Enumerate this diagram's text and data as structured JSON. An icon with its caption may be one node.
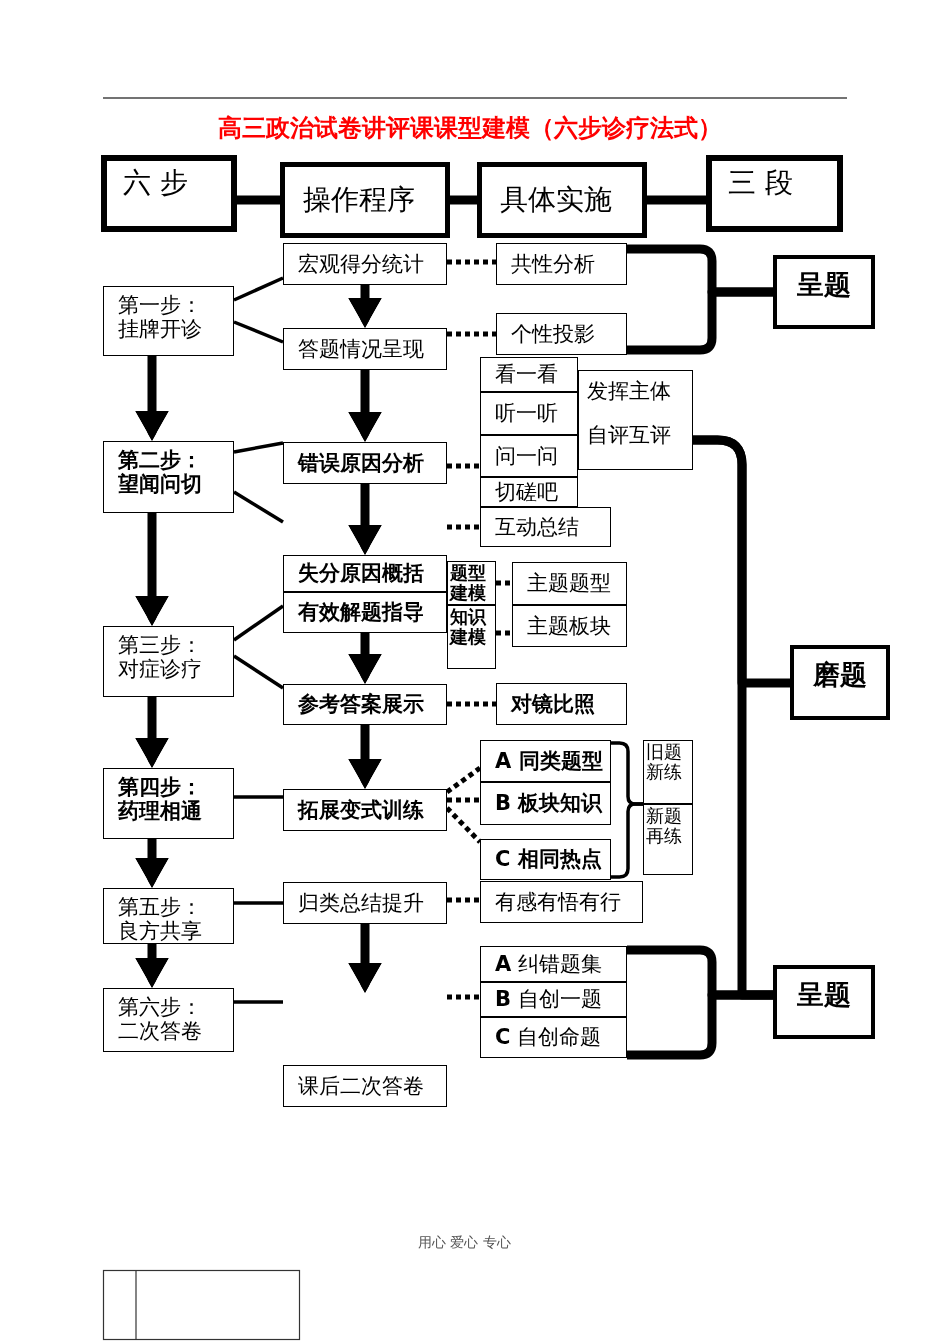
{
  "diagram": {
    "title": "高三政治试卷讲评课课型建模（六步诊疗法式）",
    "nodes": [
      {
        "text": [
          "六 步"
        ]
      },
      {
        "text": [
          "操作程序"
        ]
      },
      {
        "text": [
          "具体实施"
        ]
      },
      {
        "text": [
          "三 段"
        ]
      },
      {
        "text": [
          "宏观得分统计"
        ]
      },
      {
        "text": [
          "共性分析"
        ]
      },
      {
        "text": [
          "呈题"
        ]
      },
      {
        "text": [
          "第一步：挂牌开诊"
        ]
      },
      {
        "text": [
          "答题情况呈现"
        ]
      },
      {
        "text": [
          "个性投影"
        ]
      },
      {
        "text": [
          "看一看"
        ]
      },
      {
        "text": [
          "发挥主体",
          "自评互评"
        ]
      },
      {
        "text": [
          "听一听"
        ]
      },
      {
        "text": [
          "问一问"
        ]
      },
      {
        "text": [
          "第二步：望闻问切"
        ]
      },
      {
        "text": [
          "错误原因分析"
        ]
      },
      {
        "text": [
          "切磋吧"
        ]
      },
      {
        "text": [
          "互动总结"
        ]
      },
      {
        "text": [
          "失分原因概括"
        ]
      },
      {
        "text": [
          "题型建模"
        ]
      },
      {
        "text": [
          "主题题型"
        ]
      },
      {
        "text": [
          "有效解题指导"
        ]
      },
      {
        "text": [
          "知识建模"
        ]
      },
      {
        "text": [
          "主题板块"
        ]
      },
      {
        "text": [
          "第三步：对症诊疗"
        ]
      },
      {
        "text": [
          "参考答案展示"
        ]
      },
      {
        "text": [
          "对镜比照"
        ]
      },
      {
        "text": [
          "磨题"
        ]
      },
      {
        "text": [
          "A 同类题型"
        ]
      },
      {
        "text": [
          "旧题新练"
        ]
      },
      {
        "text": [
          "B 板块知识"
        ]
      },
      {
        "text": [
          "第四步：药理相通"
        ]
      },
      {
        "text": [
          "拓展变式训练"
        ]
      },
      {
        "text": [
          "新题再练"
        ]
      },
      {
        "text": [
          "C 相同热点"
        ]
      },
      {
        "text": [
          "第五步：良方共享"
        ]
      },
      {
        "text": [
          "归类总结提升"
        ]
      },
      {
        "text": [
          "有感有悟有行"
        ]
      },
      {
        "text": [
          "**A** 纠错题集"
        ]
      },
      {
        "text": [
          "第六步：二次答卷"
        ]
      },
      {
        "text": [
          "**B** 自创一题"
        ]
      },
      {
        "text": [
          "呈题"
        ]
      },
      {
        "text": [
          "**C** 自创命题"
        ]
      },
      {
        "text": [
          "课后二次答卷"
        ]
      }
    ],
    "edges": [
      {
        "from": 0,
        "to": 1,
        "arrow": "none",
        "style": "thick"
      },
      {
        "from": 1,
        "to": 2,
        "arrow": "none",
        "style": "thick"
      },
      {
        "from": 2,
        "to": 3,
        "arrow": "none",
        "style": "thick"
      },
      {
        "from": 4,
        "to": 5,
        "arrow": "none",
        "style": "dashed"
      },
      {
        "from": 5,
        "to": 6,
        "arrow": "none",
        "style": "thick"
      },
      {
        "from": 9,
        "to": 6,
        "arrow": "none",
        "style": "thick"
      },
      {
        "from": 7,
        "to": 4,
        "arrow": "none"
      },
      {
        "from": 7,
        "to": 8,
        "arrow": "none"
      },
      {
        "from": 4,
        "to": 8,
        "arrow": "to",
        "style": "thick"
      },
      {
        "from": 8,
        "to": 9,
        "arrow": "none",
        "style": "dashed"
      },
      {
        "from": 8,
        "to": 15,
        "arrow": "to",
        "style": "thick"
      },
      {
        "from": 7,
        "to": 14,
        "arrow": "to",
        "style": "thick"
      },
      {
        "from": 11,
        "to": 27,
        "arrow": "none",
        "style": "thick"
      },
      {
        "from": 11,
        "to": 41,
        "arrow": "none",
        "style": "thick"
      },
      {
        "from": 14,
        "to": 15,
        "arrow": "none"
      },
      {
        "from": 15,
        "to": 13,
        "arrow": "none",
        "style": "dashed"
      },
      {
        "from": 14,
        "to": null,
        "arrow": "none"
      },
      {
        "from": null,
        "to": 17,
        "arrow": "none",
        "style": "dashed"
      },
      {
        "from": 15,
        "to": 18,
        "arrow": "to",
        "style": "thick"
      },
      {
        "from": 19,
        "to": 20,
        "arrow": "none",
        "style": "dashed"
      },
      {
        "from": 22,
        "to": 23,
        "arrow": "none",
        "style": "dashed"
      },
      {
        "from": 14,
        "to": 24,
        "arrow": "to",
        "style": "thick"
      },
      {
        "from": 24,
        "to": 21,
        "arrow": "none"
      },
      {
        "from": 24,
        "to": 25,
        "arrow": "none"
      },
      {
        "from": 21,
        "to": 25,
        "arrow": "to",
        "style": "thick"
      },
      {
        "from": 25,
        "to": 26,
        "arrow": "none",
        "style": "dashed"
      },
      {
        "from": 25,
        "to": 32,
        "arrow": "to",
        "style": "thick"
      },
      {
        "from": 24,
        "to": 31,
        "arrow": "to",
        "style": "thick"
      },
      {
        "from": 28,
        "to": 29,
        "arrow": "none"
      },
      {
        "from": 28,
        "to": 33,
        "arrow": "none"
      },
      {
        "from": 34,
        "to": 29,
        "arrow": "none"
      },
      {
        "from": 34,
        "to": 33,
        "arrow": "none"
      },
      {
        "from": 31,
        "to": 32,
        "arrow": "none"
      },
      {
        "from": 32,
        "to": 28,
        "arrow": "none",
        "style": "dashed"
      },
      {
        "from": 32,
        "to": 30,
        "arrow": "none",
        "style": "dashed"
      },
      {
        "from": 32,
        "to": 34,
        "arrow": "none",
        "style": "dashed"
      },
      {
        "from": 31,
        "to": 35,
        "arrow": "to",
        "style": "thick"
      },
      {
        "from": 35,
        "to": 36,
        "arrow": "none"
      },
      {
        "from": 36,
        "to": 37,
        "arrow": "none",
        "style": "dashed"
      },
      {
        "from": 36,
        "to": null,
        "arrow": "to",
        "style": "thick"
      },
      {
        "from": 35,
        "to": 39,
        "arrow": "to",
        "style": "thick"
      },
      {
        "from": 39,
        "to": null,
        "arrow": "none"
      },
      {
        "from": null,
        "to": 40,
        "arrow": "none",
        "style": "dashed"
      },
      {
        "from": 38,
        "to": 41,
        "arrow": "none",
        "style": "thick"
      },
      {
        "from": 42,
        "to": 41,
        "arrow": "none",
        "style": "thick"
      }
    ],
    "labels": [
      "用心 爱心 专心"
    ]
  }
}
